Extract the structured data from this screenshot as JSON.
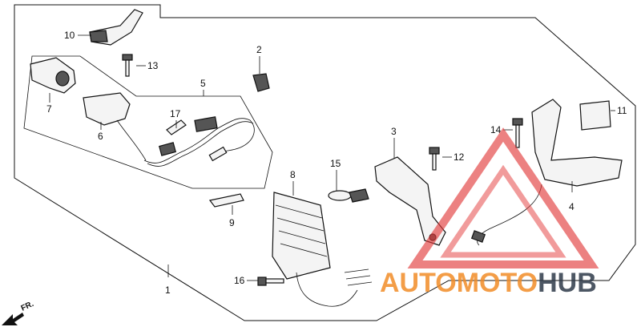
{
  "callouts": [
    "1",
    "2",
    "3",
    "4",
    "5",
    "6",
    "7",
    "8",
    "9",
    "10",
    "11",
    "12",
    "13",
    "14",
    "15",
    "16",
    "17"
  ],
  "direction_label": "FR.",
  "watermark": {
    "part1": "AUTO",
    "part2": "MOTO",
    "part3": "HUB",
    "color_primary": "#f28c28",
    "color_secondary": "#2f3a4a",
    "triangle_color": "#e23a3a"
  }
}
